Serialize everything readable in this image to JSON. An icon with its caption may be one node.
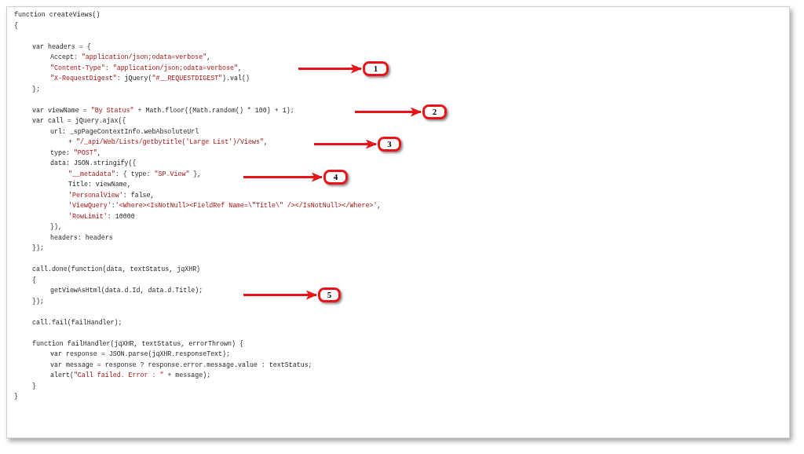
{
  "diagram": {
    "nodes": [
      {
        "text": [
          "1"
        ]
      },
      {
        "text": [
          "2"
        ]
      },
      {
        "text": [
          "3"
        ]
      },
      {
        "text": [
          "4"
        ]
      },
      {
        "text": [
          "5"
        ]
      }
    ],
    "edges": [
      {
        "from": null,
        "to": 0,
        "arrow": "to"
      },
      {
        "from": null,
        "to": 1,
        "arrow": "to"
      },
      {
        "from": null,
        "to": 2,
        "arrow": "to"
      },
      {
        "from": null,
        "to": 3,
        "arrow": "to"
      },
      {
        "from": null,
        "to": 4,
        "arrow": "to"
      }
    ],
    "labels": [
      "function createViews()",
      "{",
      "var headers = {",
      "Accept: \"application/json;odata=verbose\",",
      "\"Content-Type\": \"application/json;odata=verbose\",",
      "\"X-RequestDigest\": jQuery(\"#__REQUESTDIGEST\").val()",
      "};",
      "var viewName = \"By Status\" + Math.floor((Math.random() * 100) + 1);",
      "var call = jQuery.ajax({",
      "url: _spPageContextInfo.webAbsoluteUrl",
      "+ \"/_api/Web/Lists/getbytitle('Large List')/Views\",",
      "type: \"POST\",",
      "data: JSON.stringify({",
      "\"__metadata\": { type: \"SP.View\" },",
      "Title: viewName,",
      "'PersonalView': false,",
      "'ViewQuery':'<Where><IsNotNull><FieldRef Name=\\\"Title\\\" /></IsNotNull></Where>',",
      "'RowLimit': 10000",
      "}),",
      "headers: headers",
      "});",
      "call.done(function(data, textStatus, jqXHR)",
      "{",
      "getViewAsHtml(data.d.Id, data.d.Title);",
      "});",
      "call.fail(failHandler);",
      "function failHandler(jqXHR, textStatus, errorThrown) {",
      "var response = JSON.parse(jqXHR.responseText);",
      "var message = response ? response.error.message.value : textStatus;",
      "alert(\"Call failed. Error : \" + message);",
      "}",
      "}"
    ]
  }
}
